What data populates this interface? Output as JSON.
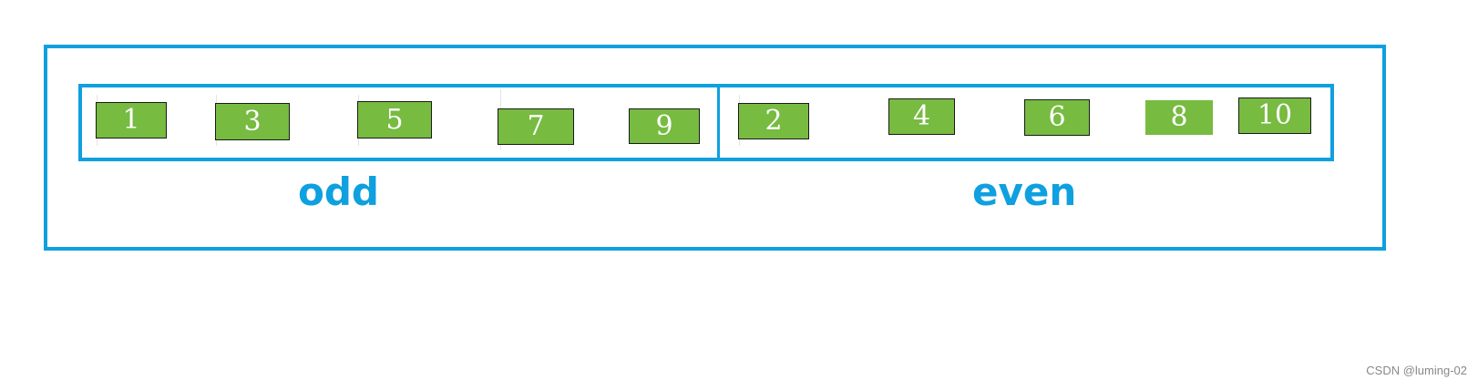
{
  "diagram": {
    "groups": [
      {
        "label": "odd",
        "values": [
          "1",
          "3",
          "5",
          "7",
          "9"
        ]
      },
      {
        "label": "even",
        "values": [
          "2",
          "4",
          "6",
          "8",
          "10"
        ]
      }
    ],
    "colors": {
      "frame": "#0ea0df",
      "box_fill": "#77bb41",
      "box_text": "#ffffff",
      "label": "#0ea0df"
    }
  },
  "watermark": "CSDN @luming-02"
}
